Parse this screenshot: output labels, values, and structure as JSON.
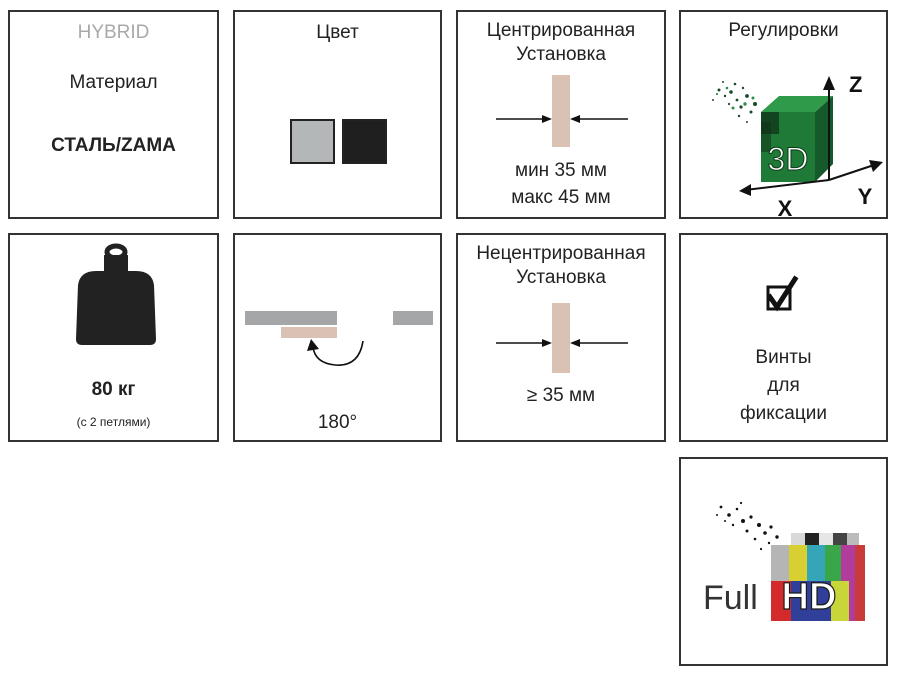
{
  "material": {
    "series": "HYBRID",
    "label": "Материал",
    "value": "СТАЛЬ/ZAMA"
  },
  "color": {
    "title": "Цвет",
    "swatches": [
      "#b3b7b8",
      "#1f1f1f"
    ]
  },
  "centered_mount": {
    "title_line1": "Центрированная",
    "title_line2": "Установка",
    "min": "мин 35 мм",
    "max": "макс 45 мм"
  },
  "adjustments": {
    "title": "Регулировки",
    "badge_text": "3D",
    "axis_x": "X",
    "axis_y": "Y",
    "axis_z": "Z"
  },
  "load": {
    "weight": "80 кг",
    "note": "(с 2 петлями)"
  },
  "rotation": {
    "angle": "180°"
  },
  "offset_mount": {
    "title_line1": "Нецентрированная",
    "title_line2": "Установка",
    "value": "≥ 35 мм"
  },
  "screws": {
    "line1": "Винты",
    "line2": "для",
    "line3": "фиксации"
  },
  "fullhd": {
    "full": "Full",
    "hd": "HD"
  },
  "colors": {
    "border": "#333333",
    "wood": "#d9c2b4",
    "steel": "#a4a6a8",
    "green": "#1f7a37",
    "hybrid_grey": "#a9a9a9"
  }
}
